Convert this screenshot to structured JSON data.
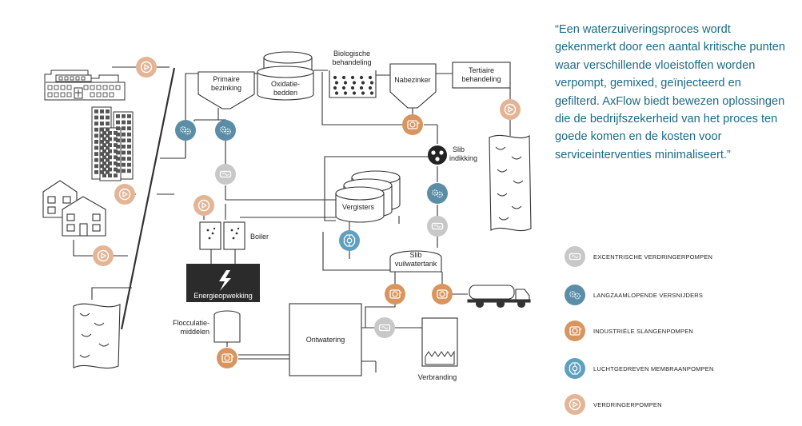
{
  "quote": "“Een waterzuiveringsproces wordt gekenmerkt door een aantal kritische punten waar verschillende vloeistoffen worden verpompt, gemixed, geïnjecteerd en gefilterd. AxFlow biedt bewezen oplossingen die de bedrijfszekerheid van het proces ten goede komen en de kosten voor serviceinterventies minimaliseert.”",
  "colors": {
    "quote_text": "#1c6a86",
    "pump_gray": "#c8c8c8",
    "pump_blue": "#5b8ea6",
    "pump_orange": "#d9955f",
    "pump_teal": "#5f9fbf",
    "pump_peach": "#e3b596",
    "energy_box": "#2b2b2b",
    "line": "#333333"
  },
  "labels": {
    "primaire": [
      "Primaire",
      "bezinking"
    ],
    "oxidatie": [
      "Oxidatie-",
      "bedden"
    ],
    "biologische": [
      "Biologische",
      "behandeling"
    ],
    "nabezinker": "Nabezinker",
    "tertiaire": [
      "Tertiaire",
      "behandeling"
    ],
    "slib_indikking": [
      "Slib",
      "indikking"
    ],
    "vergisters": "Vergisters",
    "boiler": "Boiler",
    "energie": "Energieopwekking",
    "slib_vuilwatertank": [
      "Slib",
      "vuilwatertank"
    ],
    "flocculatie": [
      "Flocculatie-",
      "middelen"
    ],
    "ontwatering": "Ontwatering",
    "verbranding": "Verbranding"
  },
  "legend": [
    {
      "icon": "eccentric-screw-pump-icon",
      "color": "#c8c8c8",
      "label": "Excentrische verdringerpompen"
    },
    {
      "icon": "macerator-icon",
      "color": "#5b8ea6",
      "label": "Langzaamlopende versnijders"
    },
    {
      "icon": "peristaltic-pump-icon",
      "color": "#d9955f",
      "label": "Industriële slangenpompen"
    },
    {
      "icon": "membrane-pump-icon",
      "color": "#5f9fbf",
      "label": "Luchtgedreven membraanpompen"
    },
    {
      "icon": "displacement-pump-icon",
      "color": "#e3b596",
      "label": "Verdringerpompen"
    }
  ]
}
